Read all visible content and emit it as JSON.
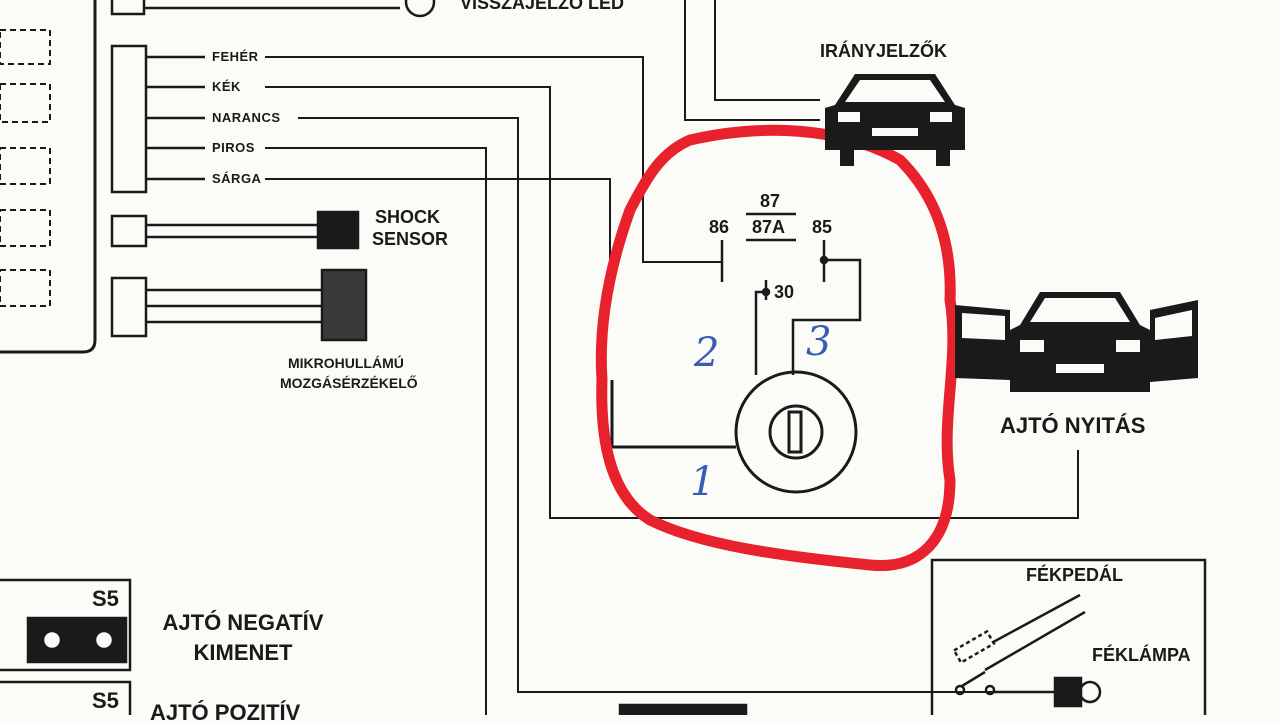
{
  "header_partial": "VISSZAJELZŐ LED",
  "wires": {
    "white": "FEHÉR",
    "blue": "KÉK",
    "orange": "NARANCS",
    "red": "PIROS",
    "yellow": "SÁRGA"
  },
  "shock_sensor": [
    "SHOCK",
    "SENSOR"
  ],
  "microwave_sensor": [
    "MIKROHULLÁMÚ",
    "MOZGÁSÉRZÉKELŐ"
  ],
  "relay": {
    "pin_87": "87",
    "pin_87a": "87A",
    "pin_86": "86",
    "pin_85": "85",
    "pin_30": "30"
  },
  "handwritten": {
    "one": "1",
    "two": "2",
    "three": "3"
  },
  "turn_signals": "IRÁNYJELZŐK",
  "door_open": "AJTÓ NYITÁS",
  "brake_pedal": "FÉKPEDÁL",
  "brake_lamp": "FÉKLÁMPA",
  "s5_top": "S5",
  "s5_bottom": "S5",
  "door_negative": [
    "AJTÓ NEGATÍV",
    "KIMENET"
  ],
  "door_positive": "AJTÓ POZITÍV",
  "colors": {
    "highlight": "#e8222c",
    "handwriting": "#3a5bb4",
    "ink": "#1a1a1a"
  }
}
